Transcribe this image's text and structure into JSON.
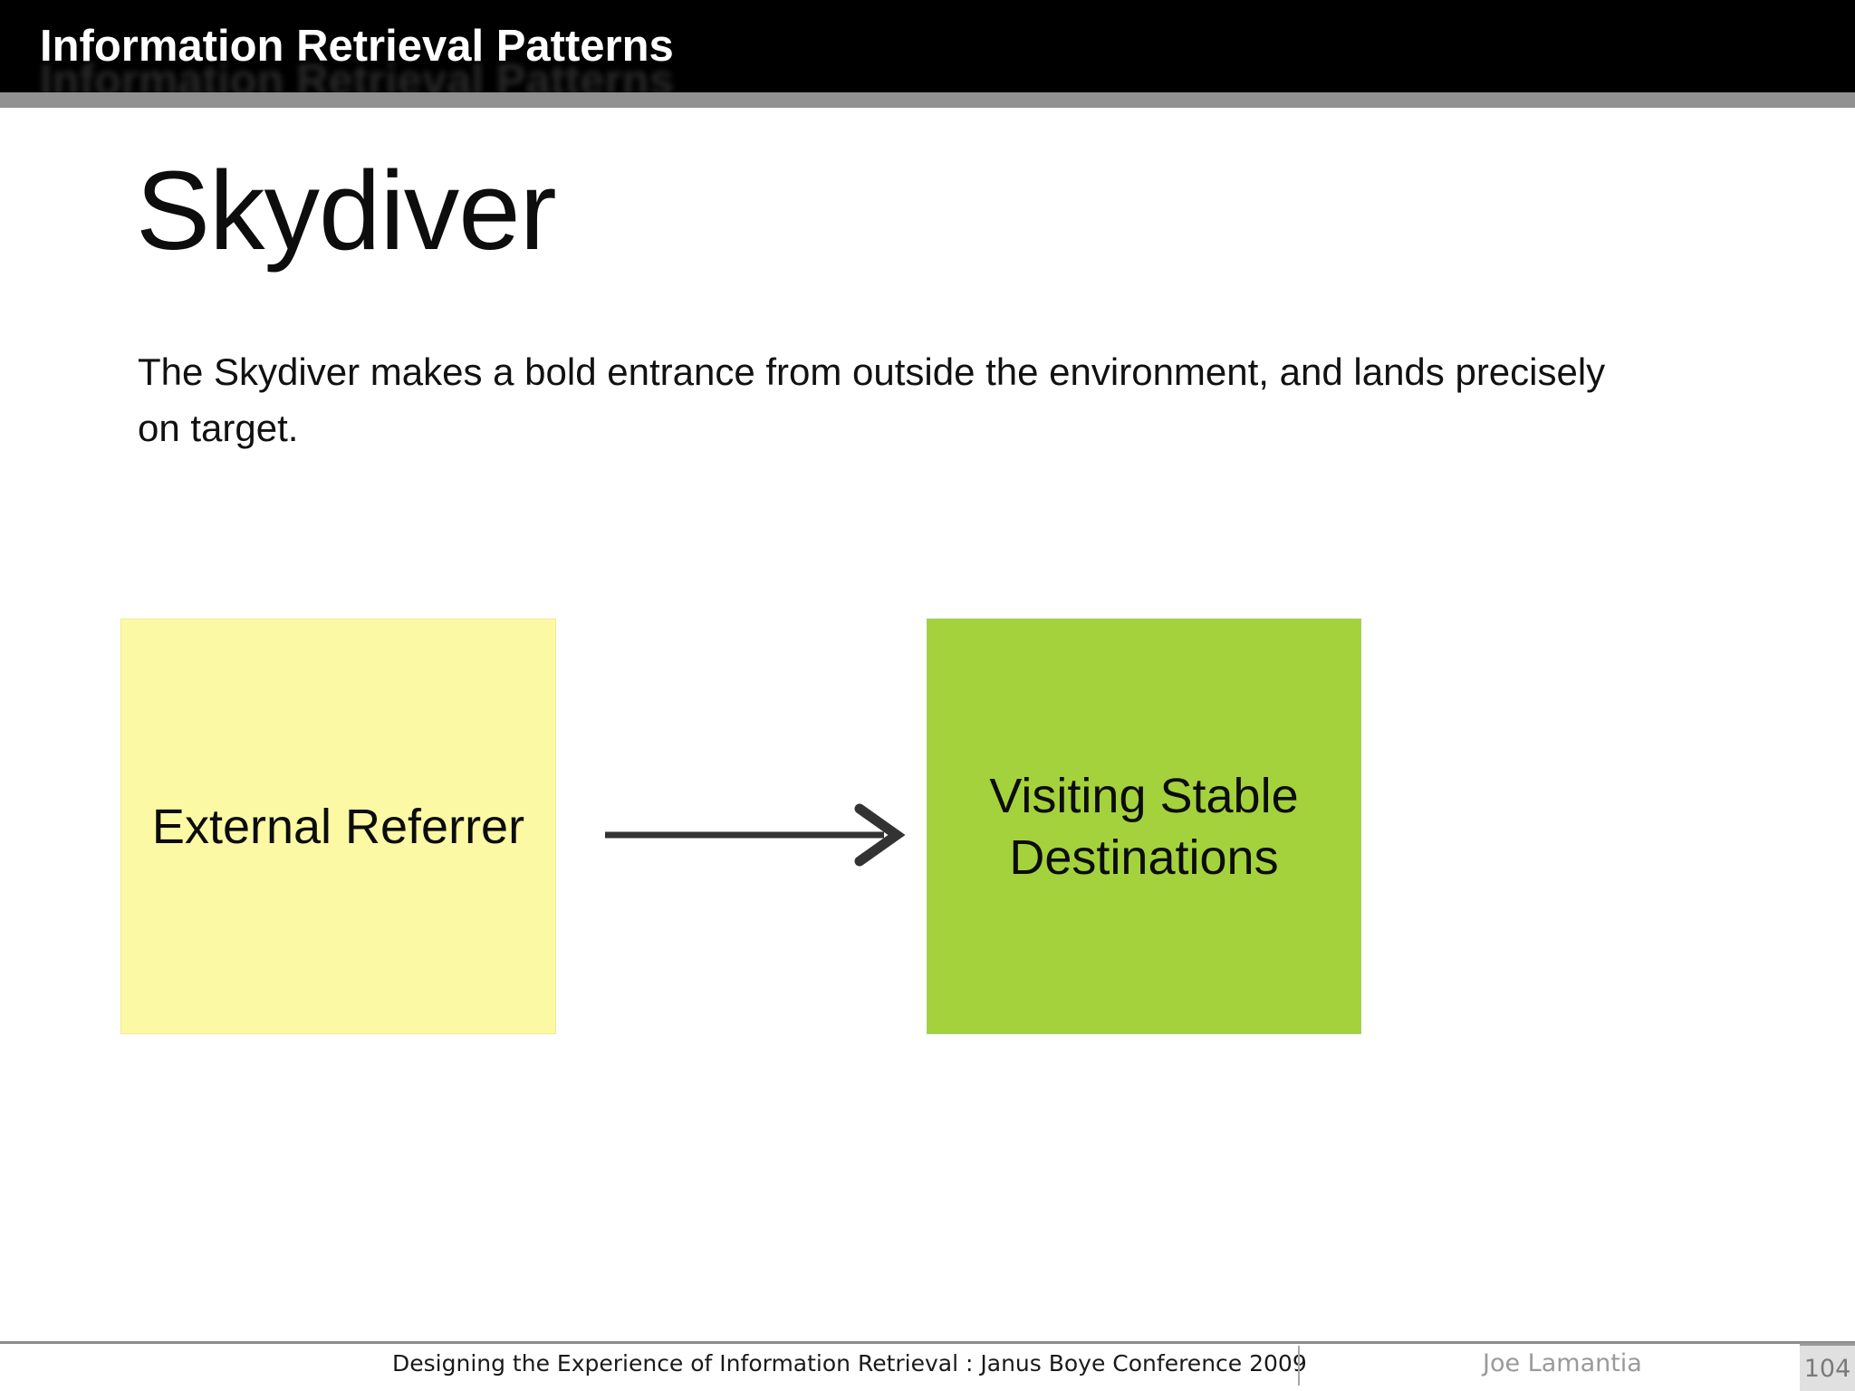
{
  "header": {
    "title": "Information Retrieval Patterns"
  },
  "slide": {
    "title": "Skydiver",
    "description": "The Skydiver makes a bold entrance from outside the environment, and lands precisely on target.",
    "diagram": {
      "source": {
        "label": "External Referrer",
        "fill": "#FCF9A4"
      },
      "target": {
        "label": "Visiting Stable Destinations",
        "fill": "#A4D23C"
      },
      "arrow": {
        "color": "#333333",
        "direction": "right"
      }
    }
  },
  "footer": {
    "caption": "Designing the Experience of Information Retrieval : Janus Boye Conference 2009",
    "author": "Joe Lamantia",
    "page_number": "104"
  },
  "colors": {
    "header_bg": "#000000",
    "header_strip": "#919191"
  }
}
